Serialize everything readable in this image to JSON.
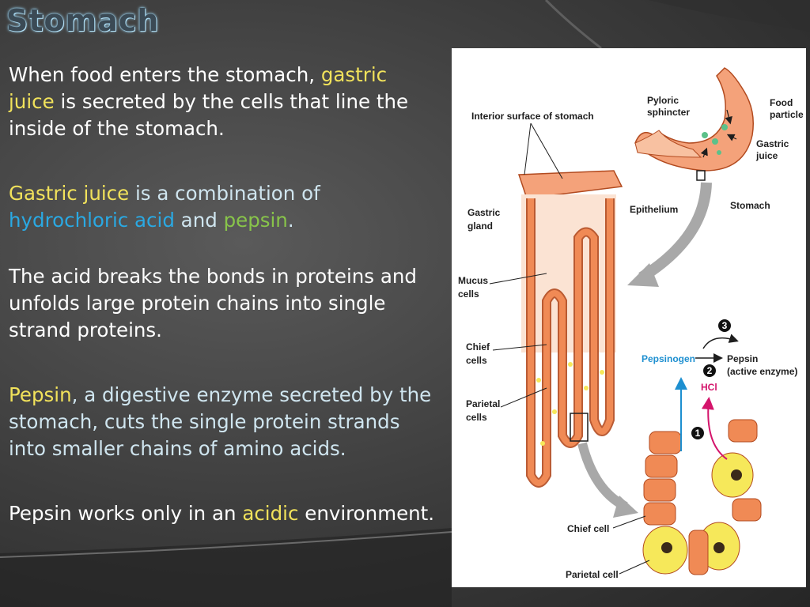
{
  "slide": {
    "title": "Stomach",
    "p1": {
      "a": "When food enters the stomach, ",
      "b": "gastric juice",
      "c": " is secreted by the cells that line the inside of the stomach."
    },
    "p2": {
      "a": "Gastric juice",
      "b": " is a combination of ",
      "c": "hydrochloric acid",
      "d": " and ",
      "e": "pepsin",
      "f": "."
    },
    "p3": "The acid breaks the bonds in proteins and unfolds large protein chains into single strand proteins.",
    "p4": {
      "a": "Pepsin",
      "b": ", a digestive enzyme secreted by the stomach, cuts the single protein strands into smaller chains of amino acids."
    },
    "p5": {
      "a": "Pepsin works only in an ",
      "b": "acidic",
      "c": " environment."
    }
  },
  "figure": {
    "labels": {
      "interior": "Interior surface of stomach",
      "pyloric1": "Pyloric",
      "pyloric2": "sphincter",
      "food1": "Food",
      "food2": "particle",
      "gastric_juice1": "Gastric",
      "gastric_juice2": "juice",
      "stomach": "Stomach",
      "gland1": "Gastric",
      "gland2": "gland",
      "epithelium": "Epithelium",
      "mucus1": "Mucus",
      "mucus2": "cells",
      "chief1": "Chief",
      "chief2": "cells",
      "parietal1": "Parietal",
      "parietal2": "cells",
      "pepsinogen": "Pepsinogen",
      "pepsin": "Pepsin",
      "active": "(active enzyme)",
      "hcl": "HCl",
      "step1": "1",
      "step2": "2",
      "step3": "3",
      "chief_cell": "Chief cell",
      "parietal_cell": "Parietal cell"
    },
    "colors": {
      "tissue": "#f08a55",
      "tissue_dark": "#b24a1f",
      "parietal": "#f6e85a",
      "arrow_gray": "#a8a8a8",
      "pepsin_blue": "#1d8fd0",
      "hcl_magenta": "#d4146b"
    }
  }
}
